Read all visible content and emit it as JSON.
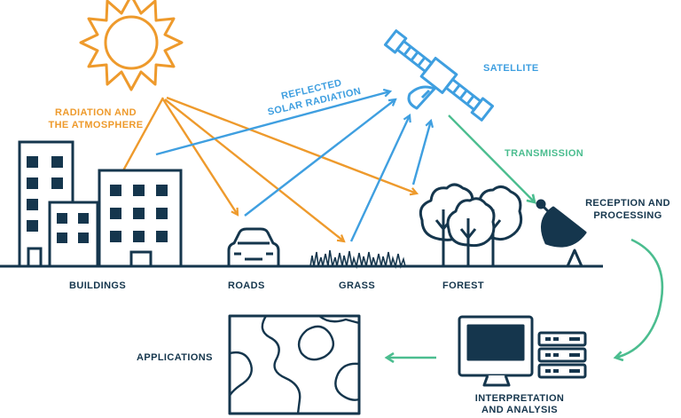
{
  "colors": {
    "dark": "#15364d",
    "orange": "#ee9a2c",
    "blue": "#3f9fe0",
    "green": "#4bbd8f"
  },
  "labels": {
    "radiation": [
      "RADIATION AND",
      "THE ATMOSPHERE"
    ],
    "reflected": [
      "REFLECTED",
      "SOLAR RADIATION"
    ],
    "satellite": "SATELLITE",
    "transmission": "TRANSMISSION",
    "reception": [
      "RECEPTION AND",
      "PROCESSING"
    ],
    "buildings": "BUILDINGS",
    "roads": "ROADS",
    "grass": "GRASS",
    "forest": "FOREST",
    "applications": "APPLICATIONS",
    "interpretation": [
      "INTERPRETATION",
      "AND ANALYSIS"
    ]
  },
  "icons": [
    "sun-icon",
    "satellite-icon",
    "buildings-icon",
    "car-icon",
    "grass-icon",
    "forest-icon",
    "dish-antenna-icon",
    "computer-icon",
    "server-icon",
    "map-icon"
  ]
}
